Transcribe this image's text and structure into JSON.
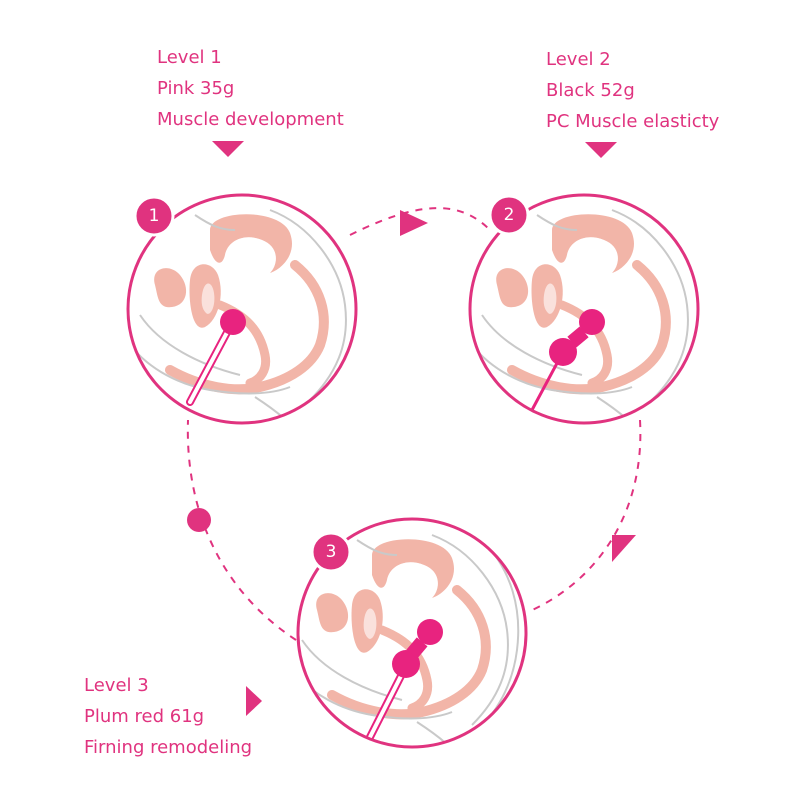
{
  "levels": [
    {
      "number": "1",
      "title": "Level 1",
      "weight": "Pink 35g",
      "benefit": "Muscle development"
    },
    {
      "number": "2",
      "title": "Level 2",
      "weight": "Black 52g",
      "benefit": "PC Muscle elasticty"
    },
    {
      "number": "3",
      "title": "Level 3",
      "weight": "Plum red 61g",
      "benefit": "Firning remodeling"
    }
  ],
  "colors": {
    "accent": "#e0337f",
    "ball": "#e8237f",
    "anatomy_fill": "#f2b5a8",
    "anatomy_line": "#c9c9c9"
  }
}
